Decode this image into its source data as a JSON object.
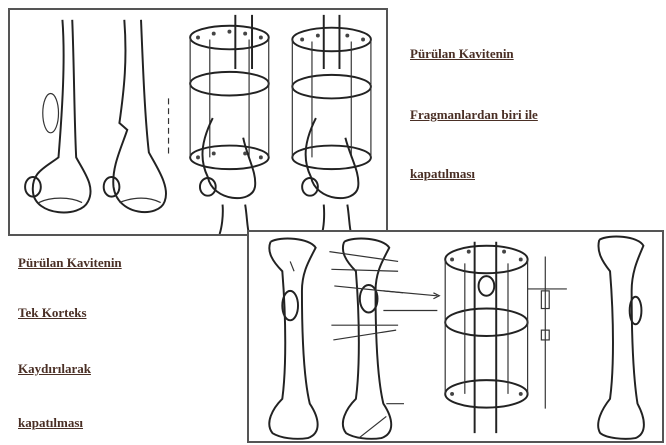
{
  "top_caption": {
    "line1": "Pürülan Kavitenin",
    "line2": "Fragmanlardan biri ile",
    "line3": "kapatılması"
  },
  "bottom_caption": {
    "line1": "Pürülan Kavitenin",
    "line2": "Tek Korteks",
    "line3": "Kaydırılarak",
    "line4": "kapatılması"
  }
}
